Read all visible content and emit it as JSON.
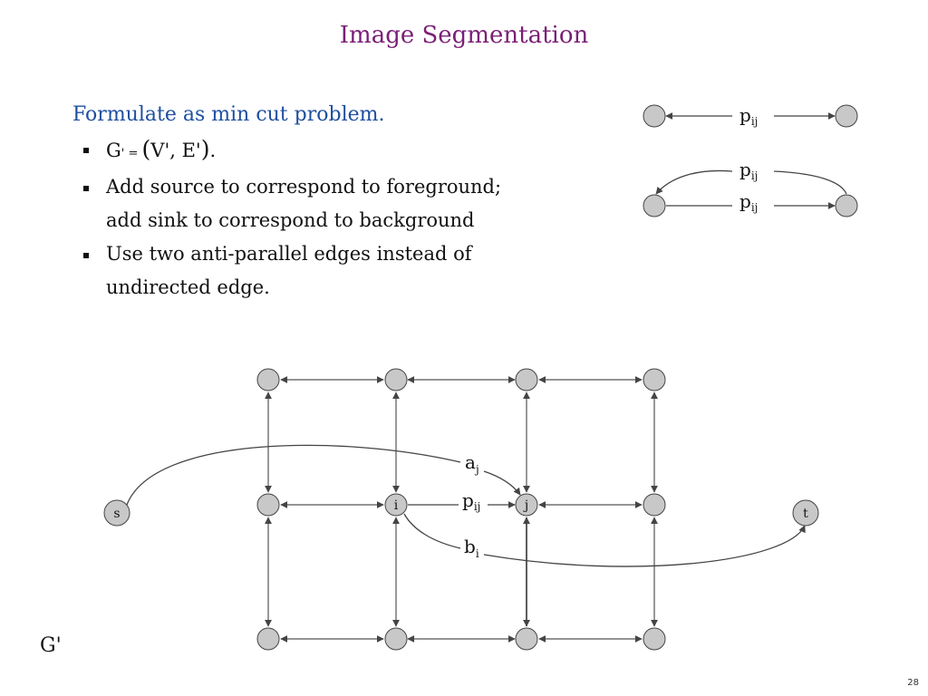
{
  "slide": {
    "title": "Image Segmentation",
    "heading": "Formulate as min cut problem.",
    "bullets": [
      {
        "pre": "G",
        "small1": "' = ",
        "big1": "(",
        "mid": "V', E'",
        "big2": ")",
        "post": "."
      },
      {
        "line1": "Add source to correspond to foreground;",
        "line2": "add sink to correspond to background"
      },
      {
        "line1": "Use two anti-parallel edges instead of",
        "line2": "undirected edge."
      }
    ],
    "graph_label": "G'",
    "page_number": "28"
  },
  "legend": {
    "label_main": "p",
    "label_sub": "ij"
  },
  "graph": {
    "source_label": "s",
    "sink_label": "t",
    "node_i_label": "i",
    "node_j_label": "j",
    "edge_a": {
      "main": "a",
      "sub": "j"
    },
    "edge_p": {
      "main": "p",
      "sub": "ij"
    },
    "edge_b": {
      "main": "b",
      "sub": "i"
    }
  },
  "colors": {
    "title": "#7a1f76",
    "heading": "#1f4fa0",
    "node_fill": "#c8c8c8",
    "edge": "#444444"
  }
}
